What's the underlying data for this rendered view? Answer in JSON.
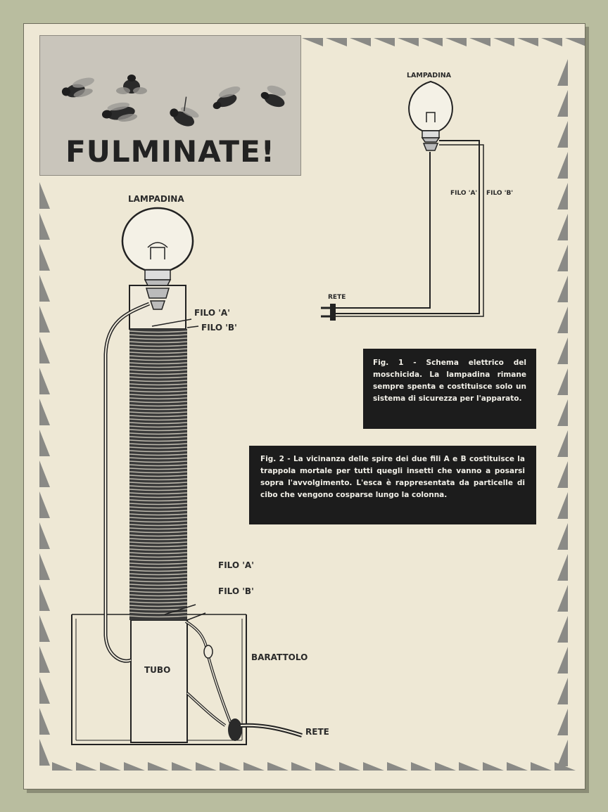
{
  "headline": "FULMINATE!",
  "fig1": {
    "lampadina": "LAMPADINA",
    "filo_a": "FILO 'A'",
    "filo_b": "FILO 'B'",
    "rete": "RETE",
    "caption": "Fig. 1 - Schema elettrico del moschicida. La lampadina rimane sempre spenta e costituisce solo un sistema di sicurezza per l'apparato."
  },
  "fig2": {
    "lampadina": "LAMPADINA",
    "filo_a_top": "FILO 'A'",
    "filo_b_top": "FILO 'B'",
    "filo_a_bottom": "FILO 'A'",
    "filo_b_bottom": "FILO 'B'",
    "tubo": "TUBO",
    "barattolo": "BARATTOLO",
    "rete": "RETE",
    "caption": "Fig. 2 - La vicinanza delle spire dei due fili A e B costituisce la trappola mortale per tutti quegli insetti che vanno a posarsi sopra l'avvolgimento. L'esca è rappresentata da particelle di cibo che vengono cosparse lungo la colonna."
  },
  "colors": {
    "page": "#eee8d5",
    "ink": "#222222",
    "caption_bg": "#1c1c1c",
    "background": "#b9bd9f"
  },
  "icons": [
    "fly-icon",
    "bulb-icon",
    "plug-icon"
  ]
}
